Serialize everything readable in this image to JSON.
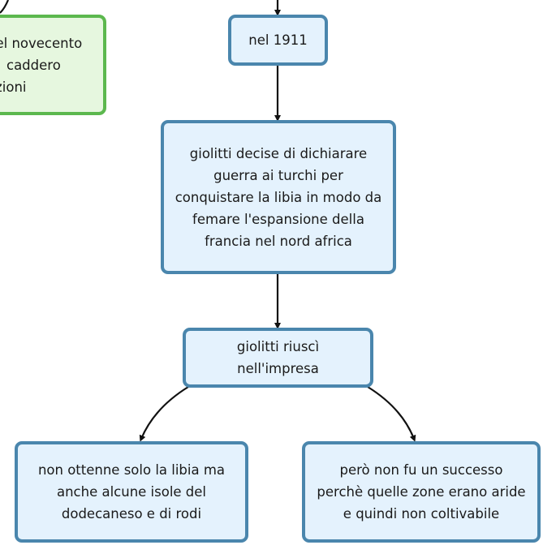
{
  "nodes": {
    "green_partial": {
      "lines": [
        "del novecento",
        "caddero",
        "azioni"
      ]
    },
    "nel1911": {
      "text": "nel 1911"
    },
    "decision": {
      "lines": [
        "giolitti decise di dichiarare",
        "guerra ai turchi per",
        "conquistare la libia in modo da",
        "femare l'espansione della",
        "francia nel nord africa"
      ]
    },
    "success": {
      "lines": [
        "giolitti riuscì",
        "nell'impresa"
      ]
    },
    "left_outcome": {
      "lines": [
        "non ottenne solo la libia ma",
        "anche alcune isole del",
        "dodecaneso e di rodi"
      ]
    },
    "right_outcome": {
      "lines": [
        "però non fu un successo",
        "perchè quelle zone erano aride",
        "e quindi non coltivabile"
      ]
    }
  },
  "colors": {
    "node_fill_blue": "#e4f2fd",
    "node_border_blue": "#4a86ad",
    "node_fill_green": "#e6f7df",
    "node_border_green": "#5cb84e",
    "connector": "#111111"
  }
}
